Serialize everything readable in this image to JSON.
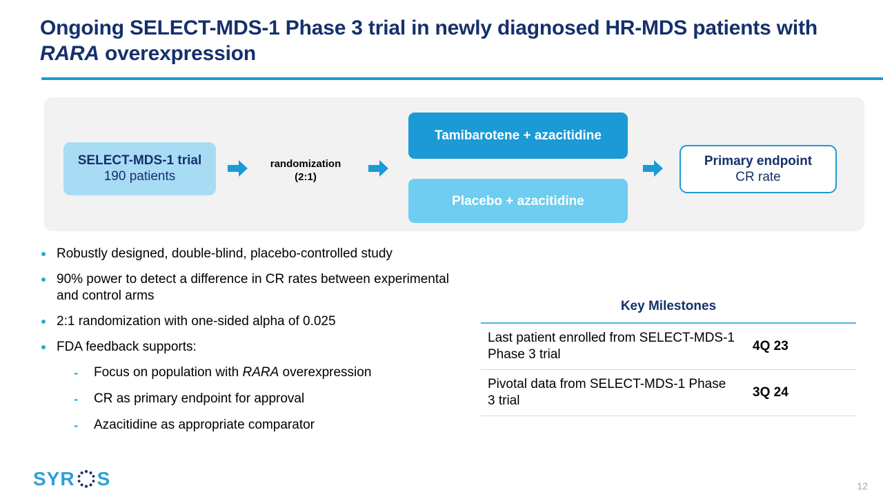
{
  "slide": {
    "title_part1": "Ongoing SELECT-MDS-1 Phase 3 trial in newly diagnosed HR-MDS patients with ",
    "title_italic": "RARA",
    "title_part2": " overexpression",
    "page_number": "12"
  },
  "colors": {
    "title_navy": "#15306b",
    "accent_blue": "#1b9ad6",
    "light_blue": "#6ecdf0",
    "pale_blue": "#a8dcf5",
    "panel_gray": "#f2f2f2",
    "bullet_blue": "#2ba6dd",
    "table_rule_blue": "#4ab4e0",
    "page_number_gray": "#a6a6a6"
  },
  "diagram": {
    "trial_box": {
      "line1": "SELECT-MDS-1 trial",
      "line2": "190 patients"
    },
    "randomization": {
      "line1": "randomization",
      "line2": "(2:1)"
    },
    "arms": [
      {
        "label": "Tamibarotene + azacitidine"
      },
      {
        "label": "Placebo + azacitidine"
      }
    ],
    "endpoint": {
      "line1": "Primary endpoint",
      "line2": "CR rate"
    },
    "arrow_icon": "arrow-right-icon"
  },
  "bullets": [
    {
      "text": "Robustly designed, double-blind, placebo-controlled study"
    },
    {
      "text": "90% power to detect a difference in CR rates between experimental and control arms"
    },
    {
      "text": "2:1 randomization with one-sided alpha of 0.025"
    },
    {
      "text": "FDA feedback supports:"
    }
  ],
  "sub_bullets": [
    {
      "prefix": "Focus on population with ",
      "italic": "RARA",
      "suffix": " overexpression"
    },
    {
      "prefix": "CR as primary endpoint for approval",
      "italic": "",
      "suffix": ""
    },
    {
      "prefix": "Azacitidine as appropriate comparator",
      "italic": "",
      "suffix": ""
    }
  ],
  "milestones": {
    "title": "Key Milestones",
    "rows": [
      {
        "event": "Last patient enrolled from SELECT-MDS-1 Phase 3 trial",
        "timing": "4Q 23"
      },
      {
        "event": "Pivotal data from SELECT-MDS-1 Phase 3 trial",
        "timing": "3Q 24"
      }
    ]
  },
  "footer": {
    "logo_prefix": "SYR",
    "logo_suffix": "S",
    "logo_name": "syros-logo"
  }
}
